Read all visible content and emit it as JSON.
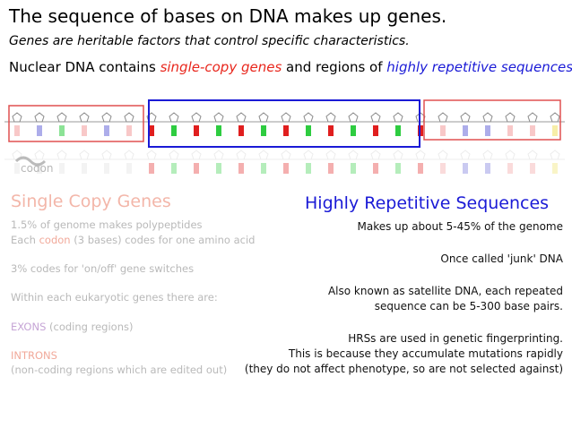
{
  "header": {
    "title": "The sequence of bases on DNA makes up genes.",
    "subtitle": "Genes are heritable factors that control specific characteristics.",
    "nuclear_before": "Nuclear DNA contains ",
    "nuclear_red": "single-copy genes",
    "nuclear_middle": " and regions of ",
    "nuclear_blue": "highly repetitive sequences",
    "nuclear_after": "."
  },
  "diagram": {
    "codon_label": "codon",
    "colors": {
      "red_box": "#e05050",
      "blue_box": "#1a1ad6",
      "base_red": "#e01e1e",
      "base_green": "#2ecc40",
      "base_blue": "#6a6ad8",
      "base_yellow": "#f0e060",
      "base_pink": "#f29a9a"
    }
  },
  "single_copy": {
    "title": "Single Copy Genes",
    "line1": "1.5% of genome makes polypeptides",
    "line2_before": "Each ",
    "line2_codon": "codon",
    "line2_after": " (3 bases) codes for one amino acid",
    "line3": "3% codes for 'on/off' gene switches",
    "line4": "Within each eukaryotic genes there are:",
    "exons_word": "EXONS",
    "exons_rest": " (coding regions)",
    "introns_word": "INTRONS",
    "introns_rest": "(non-coding regions which are edited out)"
  },
  "hrs": {
    "title": "Highly Repetitive Sequences",
    "line1": "Makes up about 5-45% of the genome",
    "line2": "Once called 'junk' DNA",
    "line3a": "Also known as satellite DNA, each repeated",
    "line3b": "sequence can be 5-300 base pairs.",
    "line4a": "HRSs are used in genetic fingerprinting.",
    "line4b": "This is because they accumulate mutations rapidly",
    "line4c": "(they do not affect phenotype, so are not selected against)"
  }
}
